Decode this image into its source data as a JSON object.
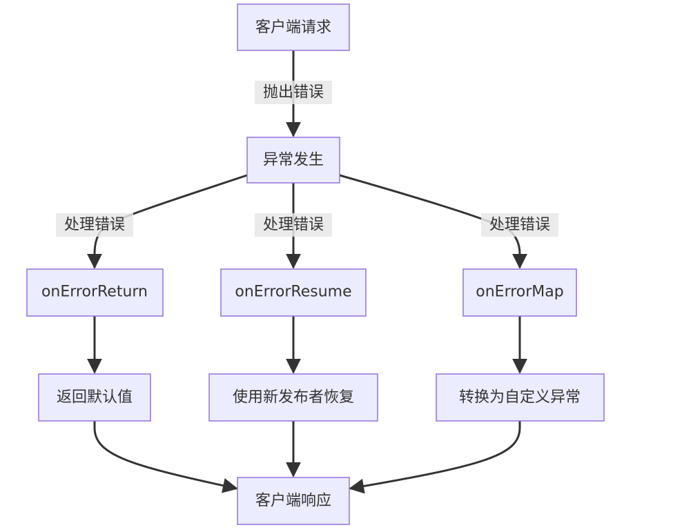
{
  "nodes": {
    "client_request": "客户端请求",
    "exception_occurs": "异常发生",
    "on_error_return": "onErrorReturn",
    "on_error_resume": "onErrorResume",
    "on_error_map": "onErrorMap",
    "return_default": "返回默认值",
    "use_new_publisher": "使用新发布者恢复",
    "convert_custom_exception": "转换为自定义异常",
    "client_response": "客户端响应"
  },
  "edges": {
    "throw_error": "抛出错误",
    "handle_error_left": "处理错误",
    "handle_error_middle": "处理错误",
    "handle_error_right": "处理错误"
  },
  "colors": {
    "node_fill": "#ECECFF",
    "node_stroke": "#9370DB",
    "edge_stroke": "#333333",
    "label_background": "#e8e8e8",
    "text": "#333333"
  }
}
